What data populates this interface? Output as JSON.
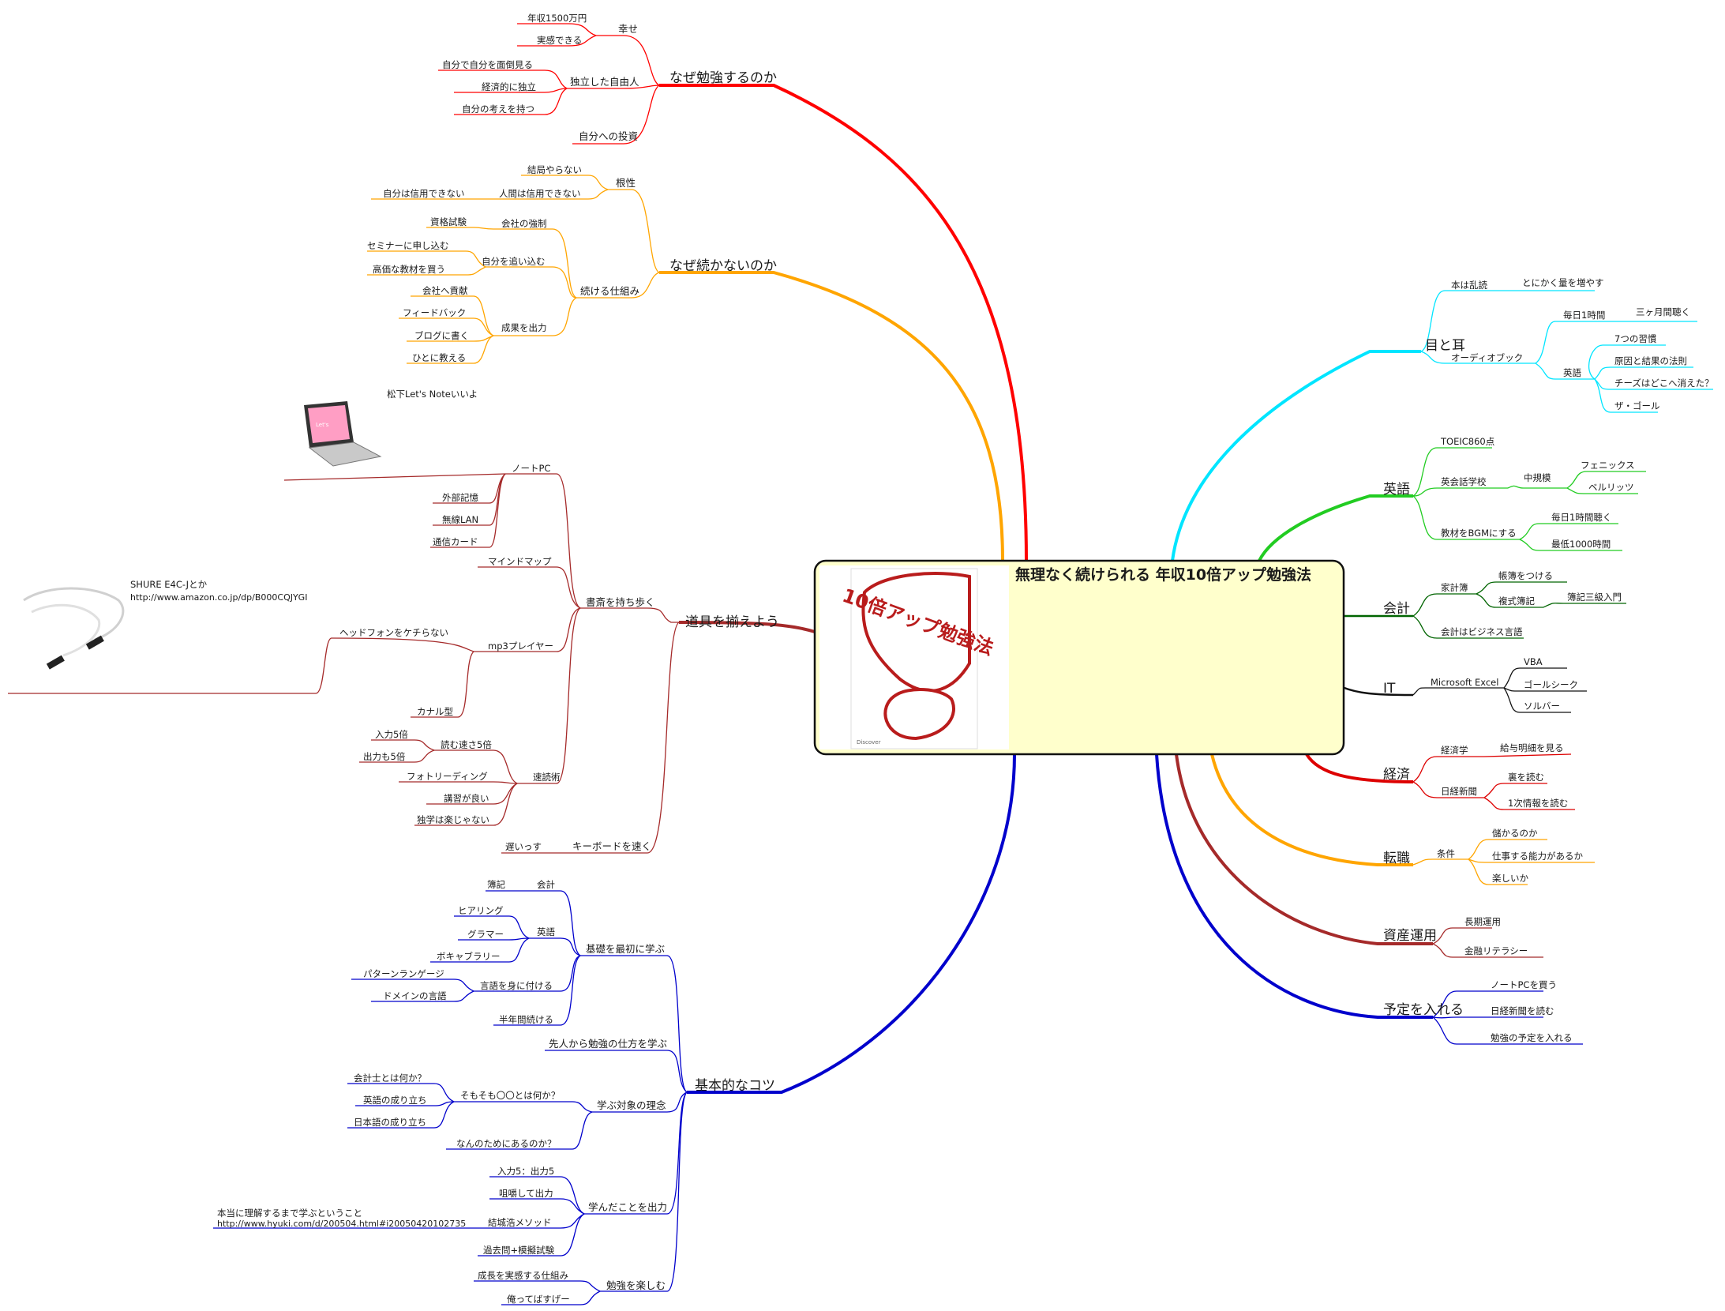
{
  "title": "無理なく続けられる 年収10倍アップ勉強法",
  "book_cover": {
    "text": "10倍アップ勉強法",
    "publisher": "Discover"
  },
  "branches": {
    "why_study": {
      "label": "なぜ勉強するのか",
      "color": "#ff0000",
      "children": {
        "happiness": {
          "label": "幸せ",
          "items": [
            "年収1500万円",
            "実感できる"
          ]
        },
        "independent": {
          "label": "独立した自由人",
          "items": [
            "自分で自分を面倒見る",
            "経済的に独立",
            "自分の考えを持つ"
          ]
        },
        "self_invest": {
          "label": "自分への投資"
        }
      }
    },
    "why_not_continue": {
      "label": "なぜ続かないのか",
      "color": "#ffa500",
      "children": {
        "guts": {
          "label": "根性",
          "items": [
            "結局やらない",
            "人間は信用できない"
          ],
          "sub_item": "自分は信用できない"
        },
        "mechanism": {
          "label": "続ける仕組み",
          "company_force": {
            "label": "会社の強制",
            "items": [
              "資格試験"
            ]
          },
          "corner_self": {
            "label": "自分を追い込む",
            "items": [
              "セミナーに申し込む",
              "高価な教材を買う"
            ]
          },
          "output": {
            "label": "成果を出力",
            "items": [
              "会社へ貢献",
              "フィードバック",
              "ブログに書く",
              "ひとに教える"
            ]
          }
        }
      }
    },
    "tools": {
      "label": "道具を揃えよう",
      "color": "#a52a2a",
      "note": "松下Let's Noteいいよ",
      "children": {
        "carry": {
          "label": "書斎を持ち歩く",
          "notepc": {
            "label": "ノートPC",
            "items": [
              "外部記憶",
              "無線LAN",
              "通信カード"
            ]
          },
          "mindmap": {
            "label": "マインドマップ"
          },
          "mp3": {
            "label": "mp3プレイヤー",
            "items": [
              "ヘッドフォンをケチらない",
              "カナル型"
            ]
          },
          "shure": {
            "text": "SHURE E4C-Jとか",
            "url": "http://www.amazon.co.jp/dp/B000CQJYGI"
          },
          "speed": {
            "label": "速読術",
            "read_speed": {
              "label": "読む速さ5倍",
              "items": [
                "入力5倍",
                "出力も5倍"
              ]
            },
            "items": [
              "フォトリーディング",
              "講習が良い",
              "独学は楽じゃない"
            ]
          }
        },
        "keyboard": {
          "label": "キーボードを速く",
          "items": [
            "遅いっす"
          ]
        }
      }
    },
    "basic_tips": {
      "label": "基本的なコツ",
      "color": "#0000cc",
      "children": {
        "foundation": {
          "label": "基礎を最初に学ぶ",
          "accounting": {
            "label": "会計",
            "items": [
              "簿記"
            ]
          },
          "english": {
            "label": "英語",
            "items": [
              "ヒアリング",
              "グラマー",
              "ボキャブラリー"
            ]
          },
          "language": {
            "label": "言語を身に付ける",
            "items": [
              "パターンランゲージ",
              "ドメインの言語"
            ]
          },
          "half_year": {
            "label": "半年間続ける"
          }
        },
        "predecessors": {
          "label": "先人から勉強の仕方を学ぶ"
        },
        "philosophy": {
          "label": "学ぶ対象の理念",
          "what_is": {
            "label": "そもそも〇〇とは何か？",
            "items": [
              "会計士とは何か？",
              "英語の成り立ち",
              "日本語の成り立ち"
            ]
          },
          "why_exists": {
            "label": "なんのためにあるのか？"
          }
        },
        "output": {
          "label": "学んだことを出力",
          "items": [
            "入力5：出力5",
            "咀嚼して出力",
            "結城浩メソッド",
            "過去問+模擬試験"
          ],
          "note": "本当に理解するまで学ぶということ",
          "url": "http://www.hyuki.com/d/200504.html#i20050420102735"
        },
        "enjoy": {
          "label": "勉強を楽しむ",
          "items": [
            "成長を実感する仕組み",
            "俺ってばすげー"
          ]
        }
      }
    },
    "eyes_ears": {
      "label": "目と耳",
      "color": "#00e5ff",
      "reading": {
        "label": "本は乱読",
        "items": [
          "とにかく量を増やす"
        ]
      },
      "audiobook": {
        "label": "オーディオブック",
        "daily": {
          "label": "毎日1時間",
          "items": [
            "三ヶ月間聴く"
          ]
        },
        "english": {
          "label": "英語",
          "items": [
            "7つの習慣",
            "原因と結果の法則",
            "チーズはどこへ消えた？",
            "ザ・ゴール"
          ]
        }
      }
    },
    "english": {
      "label": "英語",
      "color": "#22cc22",
      "toeic": {
        "label": "TOEIC860点"
      },
      "school": {
        "label": "英会話学校",
        "mid": {
          "label": "中規模",
          "items": [
            "フェニックス",
            "ベルリッツ"
          ]
        }
      },
      "bgm": {
        "label": "教材をBGMにする",
        "items": [
          "毎日1時間聴く",
          "最低1000時間"
        ]
      }
    },
    "accounting": {
      "label": "会計",
      "color": "#006400",
      "household": {
        "label": "家計簿",
        "items": [
          "帳簿をつける"
        ],
        "double_entry": {
          "label": "複式簿記",
          "items": [
            "簿記三級入門"
          ]
        }
      },
      "business_lang": {
        "label": "会計はビジネス言語"
      }
    },
    "it": {
      "label": "IT",
      "color": "#111111",
      "excel": {
        "label": "Microsoft Excel",
        "items": [
          "VBA",
          "ゴールシーク",
          "ソルバー"
        ]
      }
    },
    "economy": {
      "label": "経済",
      "color": "#dd0000",
      "economics": {
        "label": "経済学",
        "items": [
          "給与明細を見る"
        ]
      },
      "nikkei": {
        "label": "日経新聞",
        "items": [
          "裏を読む",
          "1次情報を読む"
        ]
      }
    },
    "career": {
      "label": "転職",
      "color": "#ffa500",
      "conditions": {
        "label": "条件",
        "items": [
          "儲かるのか",
          "仕事する能力があるか",
          "楽しいか"
        ]
      }
    },
    "assets": {
      "label": "資産運用",
      "color": "#a52a2a",
      "items": [
        "長期運用",
        "金融リテラシー"
      ]
    },
    "schedule": {
      "label": "予定を入れる",
      "color": "#0000cc",
      "items": [
        "ノートPCを買う",
        "日経新聞を読む",
        "勉強の予定を入れる"
      ]
    }
  }
}
